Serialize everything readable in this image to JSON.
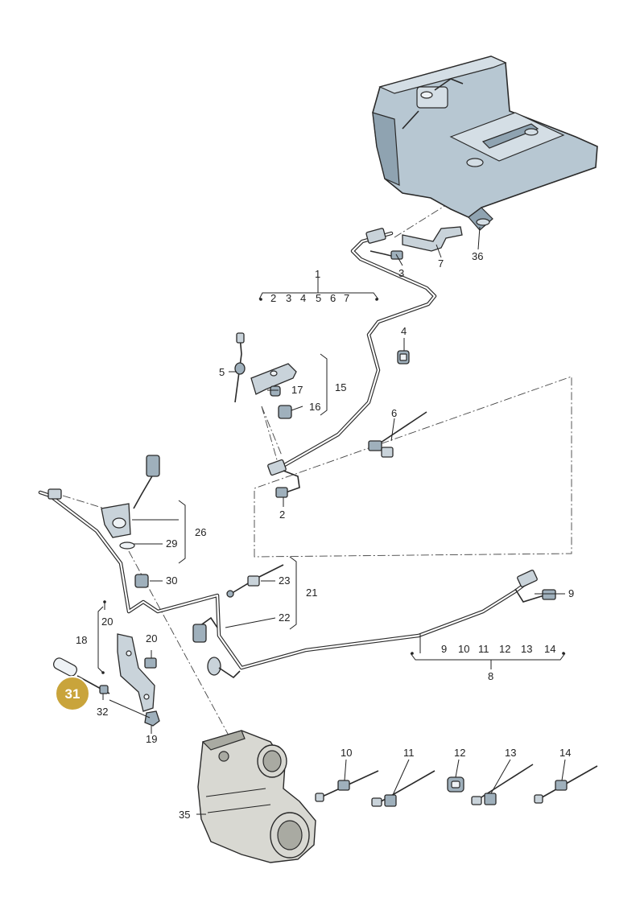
{
  "diagram": {
    "highlighted_part": {
      "label": "31",
      "color": "#c9a43b"
    },
    "callouts": {
      "c1": "1",
      "c1_2": "2",
      "c1_3": "3",
      "c1_4": "4",
      "c1_5": "5",
      "c1_6": "6",
      "c1_7": "7",
      "c2": "2",
      "c3": "3",
      "c4": "4",
      "c5": "5",
      "c6": "6",
      "c7": "7",
      "c8": "8",
      "c8_9": "9",
      "c8_10": "10",
      "c8_11": "11",
      "c8_12": "12",
      "c8_13": "13",
      "c8_14": "14",
      "c9": "9",
      "c10": "10",
      "c11": "11",
      "c12": "12",
      "c13": "13",
      "c14": "14",
      "c15": "15",
      "c16": "16",
      "c17": "17",
      "c18": "18",
      "c19": "19",
      "c20a": "20",
      "c20b": "20",
      "c21": "21",
      "c22": "22",
      "c23": "23",
      "c26": "26",
      "c29": "29",
      "c30": "30",
      "c32": "32",
      "c35": "35",
      "c36": "36"
    }
  }
}
